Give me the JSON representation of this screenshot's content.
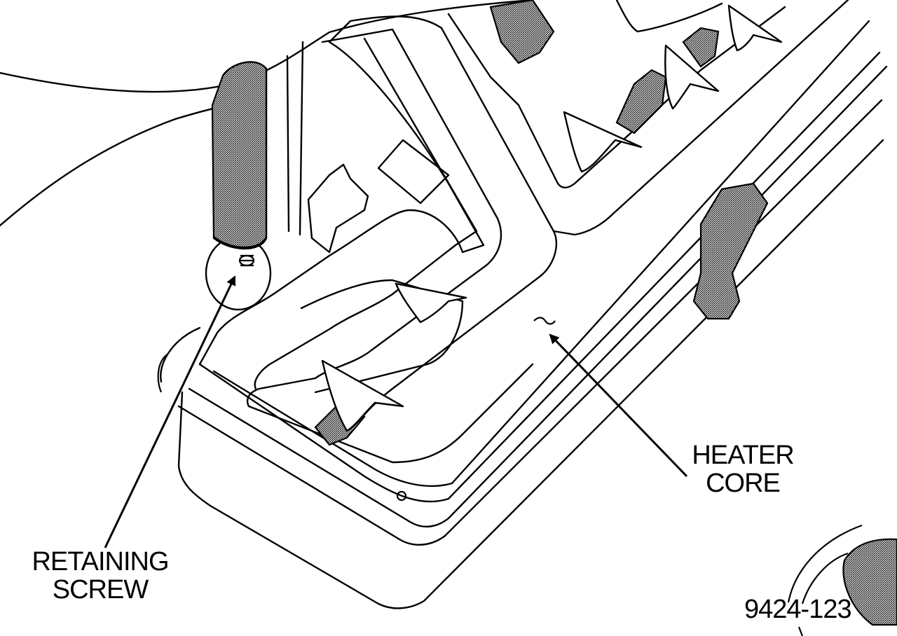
{
  "labels": {
    "retaining_screw": [
      "RETAINING",
      "SCREW"
    ],
    "heater_core": [
      "HEATER",
      "CORE"
    ]
  },
  "figure_number": "9424-123",
  "colors": {
    "ink": "#000000",
    "paper": "#ffffff",
    "shading": "#9a9a9a"
  }
}
